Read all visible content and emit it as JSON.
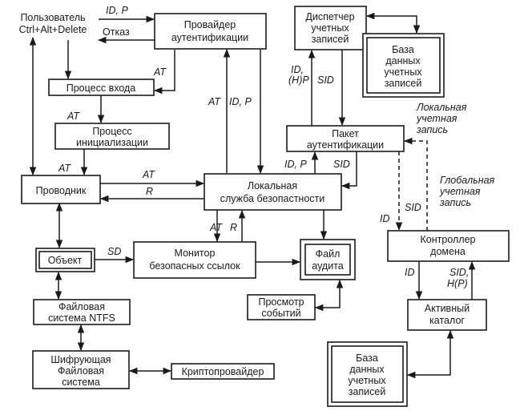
{
  "nodes": {
    "user": [
      "Пользователь",
      "Ctrl+Alt+Delete"
    ],
    "auth_provider": [
      "Провайдер",
      "аутентификации"
    ],
    "account_manager": [
      "Диспетчер",
      "учетных",
      "записей"
    ],
    "account_db_top": [
      "База",
      "данных",
      "учетных",
      "записей"
    ],
    "logon_process": [
      "Процесс входа"
    ],
    "init_process": [
      "Процесс",
      "инициализации"
    ],
    "auth_package": [
      "Пакет",
      "аутентификации"
    ],
    "explorer": [
      "Проводник"
    ],
    "lsa": [
      "Локальная",
      "служба безопастности"
    ],
    "object": [
      "Объект"
    ],
    "ref_monitor": [
      "Монитор",
      "безопасных ссылок"
    ],
    "audit_file": [
      "Файл",
      "аудита"
    ],
    "domain_controller": [
      "Контроллер",
      "домена"
    ],
    "event_viewer": [
      "Просмотр",
      "событий"
    ],
    "ntfs": [
      "Файловая",
      "система NTFS"
    ],
    "active_directory": [
      "Активный",
      "каталог"
    ],
    "efs": [
      "Шифрующая",
      "Файловая",
      "система"
    ],
    "crypto_provider": [
      "Криптопровайдер"
    ],
    "account_db_bottom": [
      "База",
      "данных",
      "учетных",
      "записей"
    ]
  },
  "edge_labels": {
    "user_to_provider": "ID, P",
    "provider_to_user": "Отказ",
    "provider_to_logon": "AT",
    "logon_to_init": "AT",
    "init_to_explorer": "AT",
    "explorer_to_lsa": "AT",
    "lsa_to_explorer": "R",
    "lsa_to_provider": "AT",
    "provider_to_lsa": "ID, P",
    "package_to_manager": [
      "ID,",
      "(H)P"
    ],
    "manager_to_package": "SID",
    "lsa_to_package": "ID, P",
    "package_to_lsa": "SID",
    "lsa_to_monitor": "AT",
    "monitor_to_lsa": "R",
    "object_to_monitor": "SD",
    "package_to_dc": "ID",
    "dc_to_package": "SID",
    "dc_to_ad": "ID",
    "ad_to_dc": [
      "SID,",
      "H(P)"
    ]
  },
  "notes": {
    "local_account": [
      "Локальная",
      "учетная",
      "запись"
    ],
    "global_account": [
      "Глобальная",
      "учетная",
      "запись"
    ]
  }
}
